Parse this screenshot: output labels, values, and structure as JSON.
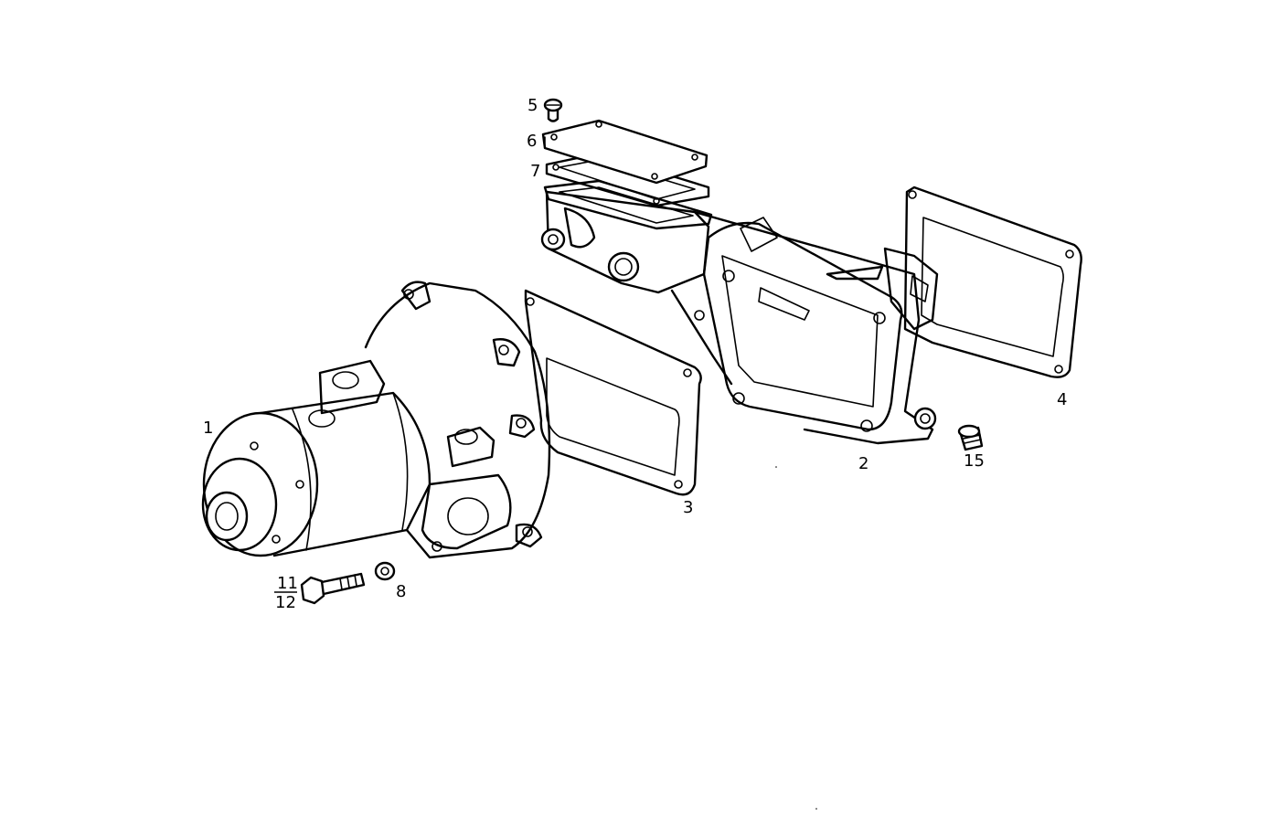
{
  "callouts": {
    "p1": "1",
    "p2": "2",
    "p3": "3",
    "p4": "4",
    "p5": "5",
    "p6": "6",
    "p7": "7",
    "p8": "8",
    "p11": "11",
    "p12": "12",
    "p15": "15"
  },
  "colors": {
    "ink": "#000000",
    "paper": "#ffffff"
  }
}
